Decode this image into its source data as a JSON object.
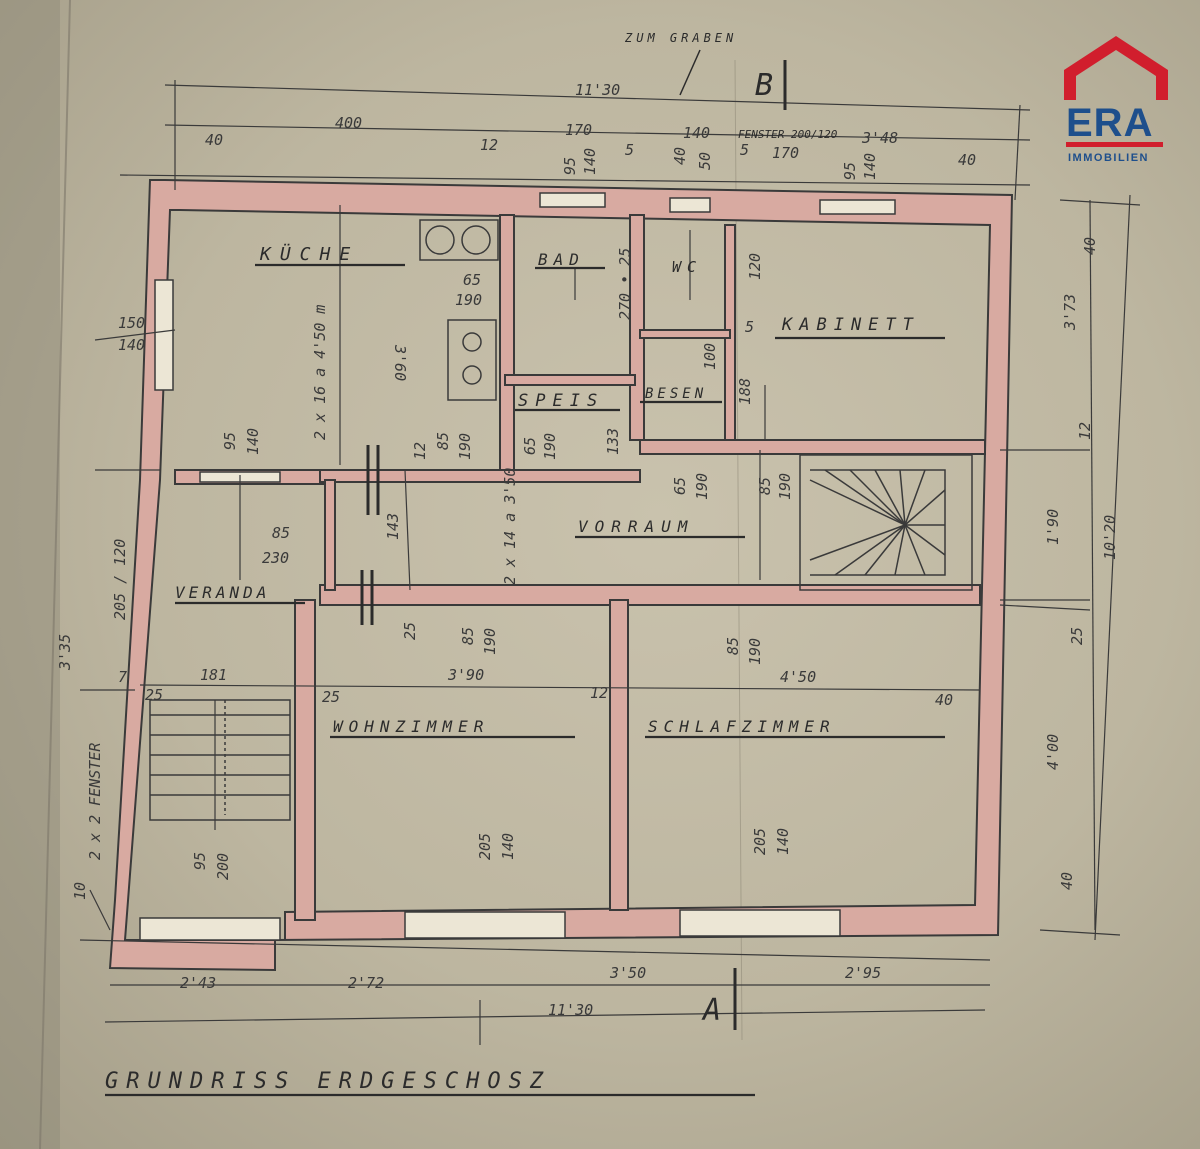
{
  "logo": {
    "name": "ERA",
    "subtitle": "IMMOBILIEN",
    "colors": {
      "brand_red": "#d11e2d",
      "brand_blue": "#1e4f8c"
    }
  },
  "plan": {
    "title": "GRUNDRISS ERDGESCHOSZ",
    "top_note": "ZUM GRABEN",
    "section_mark_top": "B",
    "section_mark_bottom": "A",
    "window_note": "FENSTER 200/120",
    "colors": {
      "paper": "#c4bda8",
      "wall": "#d8aaa1",
      "ink": "#2b2b2b"
    },
    "rooms": {
      "kueche": "KÜCHE",
      "bad": "BAD",
      "wc": "WC",
      "kabinett": "KABINETT",
      "speis": "SPEIS",
      "besen": "BESEN",
      "vorraum": "VORRAUM",
      "veranda": "VERANDA",
      "wohnzimmer": "WOHNZIMMER",
      "schlafzimmer": "SCHLAFZIMMER"
    },
    "dimensions": {
      "total_top": "11'30",
      "d400": "400",
      "d40a": "40",
      "d12a": "12",
      "d170a": "170",
      "d140a": "140",
      "d348": "3'48",
      "d40b": "40",
      "d5a": "5",
      "d5b": "5",
      "d170b": "170",
      "d95a": "95",
      "d140b": "140",
      "d95b": "95",
      "d140c": "140",
      "d40c": "40",
      "d50": "50",
      "d150": "150",
      "d140d": "140",
      "d65a": "65",
      "d190a": "190",
      "d360": "3'60",
      "stair_note_a": "2 x 16 a 4'50 m",
      "d270": "270 • 25",
      "d120a": "120",
      "d5c": "5",
      "d100": "100",
      "d88": "188",
      "d373": "3'73",
      "d40r": "40",
      "d12r": "12",
      "d190r": "1'90",
      "d1020": "10'20",
      "d25r": "25",
      "d400r": "4'00",
      "d40r2": "40",
      "d95c": "95",
      "d140e": "140",
      "d85a": "85",
      "d190b": "190",
      "d65b": "65",
      "d190c": "190",
      "d133": "133",
      "d12b": "12",
      "d65c": "65",
      "d190d": "190",
      "d85b": "85",
      "d190e": "190",
      "d85c": "85",
      "d230": "230",
      "d143": "143",
      "stair_note_b": "2 x 14 a 3'50",
      "d205_120": "205 / 120",
      "d25a": "25",
      "d85d": "85",
      "d190f": "190",
      "d85e": "85",
      "d190g": "190",
      "d390": "3'90",
      "d450": "4'50",
      "d181": "181",
      "d25b": "25",
      "d25c": "25",
      "d12c": "12",
      "d40d": "40",
      "d95d": "95",
      "d200": "200",
      "d205a": "205",
      "d140f": "140",
      "d205b": "205",
      "d140g": "140",
      "d243": "2'43",
      "d272": "2'72",
      "d350": "3'50",
      "d295": "2'95",
      "total_bottom": "11'30",
      "left_note": "2 x 2 FENSTER",
      "d10": "10",
      "d335": "3'35",
      "d7": "7"
    }
  }
}
